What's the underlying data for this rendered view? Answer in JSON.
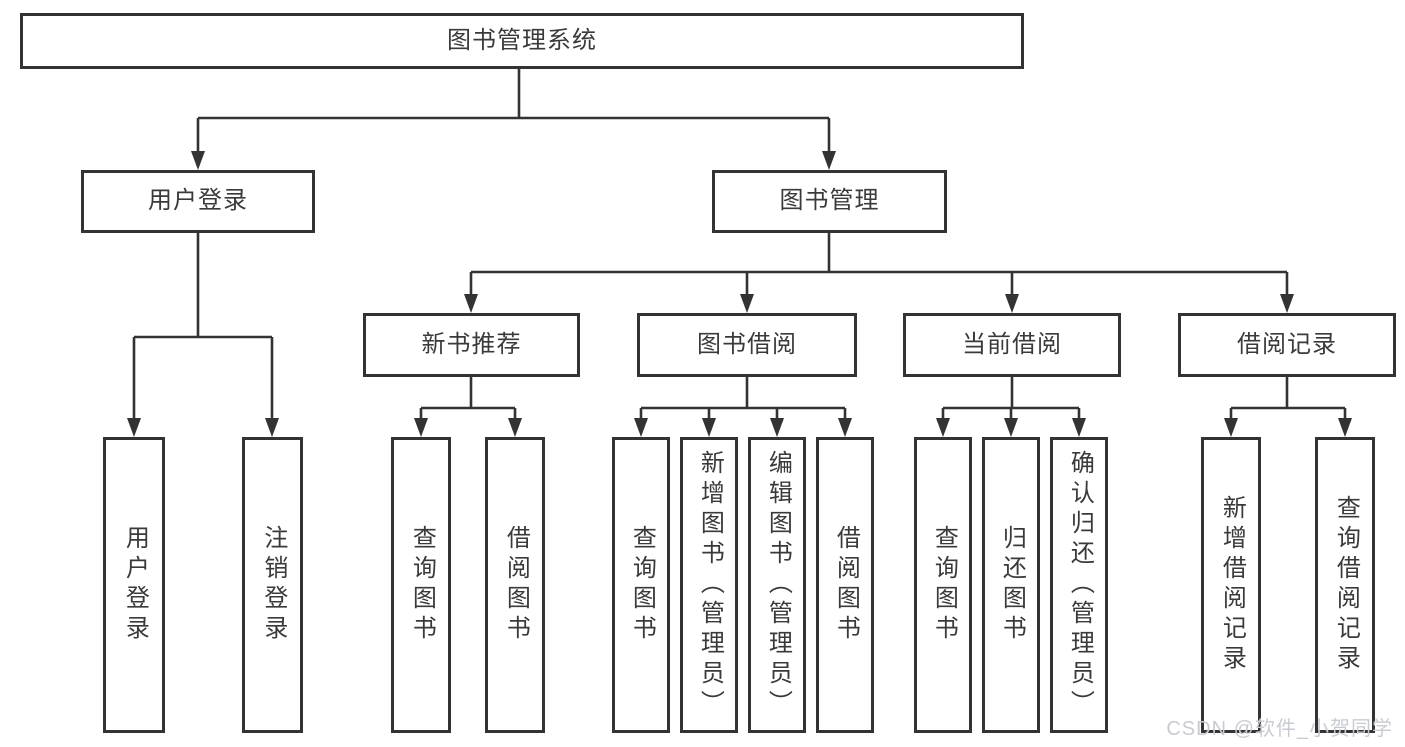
{
  "colors": {
    "line": "#333333",
    "box_border": "#333333",
    "text": "#3a3a3a",
    "watermark": "#c9cbd3",
    "background": "#ffffff"
  },
  "watermark": {
    "text": "CSDN @软件_小贺同学"
  },
  "tree": {
    "root": {
      "label": "图书管理系统"
    },
    "branches": [
      {
        "label": "用户登录",
        "children": [
          {
            "label": "用户登录"
          },
          {
            "label": "注销登录"
          }
        ]
      },
      {
        "label": "图书管理",
        "children": [
          {
            "label": "新书推荐",
            "children": [
              {
                "label": "查询图书"
              },
              {
                "label": "借阅图书"
              }
            ]
          },
          {
            "label": "图书借阅",
            "children": [
              {
                "label": "查询图书"
              },
              {
                "label": "新增图书（管理员）"
              },
              {
                "label": "编辑图书（管理员）"
              },
              {
                "label": "借阅图书"
              }
            ]
          },
          {
            "label": "当前借阅",
            "children": [
              {
                "label": "查询图书"
              },
              {
                "label": "归还图书"
              },
              {
                "label": "确认归还（管理员）"
              }
            ]
          },
          {
            "label": "借阅记录",
            "children": [
              {
                "label": "新增借阅记录"
              },
              {
                "label": "查询借阅记录"
              }
            ]
          }
        ]
      }
    ]
  }
}
